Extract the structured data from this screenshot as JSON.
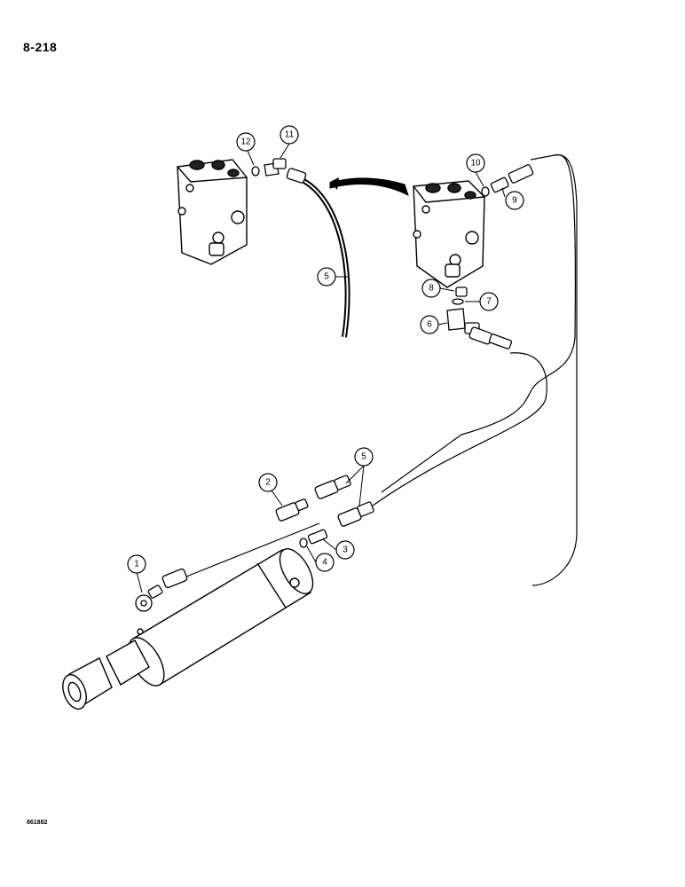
{
  "page": {
    "number": "8-218",
    "drawing_number": "861882"
  },
  "callouts": [
    {
      "id": "c1",
      "label": "1"
    },
    {
      "id": "c2",
      "label": "2"
    },
    {
      "id": "c3",
      "label": "3"
    },
    {
      "id": "c4",
      "label": "4"
    },
    {
      "id": "c5a",
      "label": "5"
    },
    {
      "id": "c5b",
      "label": "5"
    },
    {
      "id": "c6",
      "label": "6"
    },
    {
      "id": "c7",
      "label": "7"
    },
    {
      "id": "c8",
      "label": "8"
    },
    {
      "id": "c9",
      "label": "9"
    },
    {
      "id": "c10",
      "label": "10"
    },
    {
      "id": "c11",
      "label": "11"
    },
    {
      "id": "c12",
      "label": "12"
    }
  ]
}
